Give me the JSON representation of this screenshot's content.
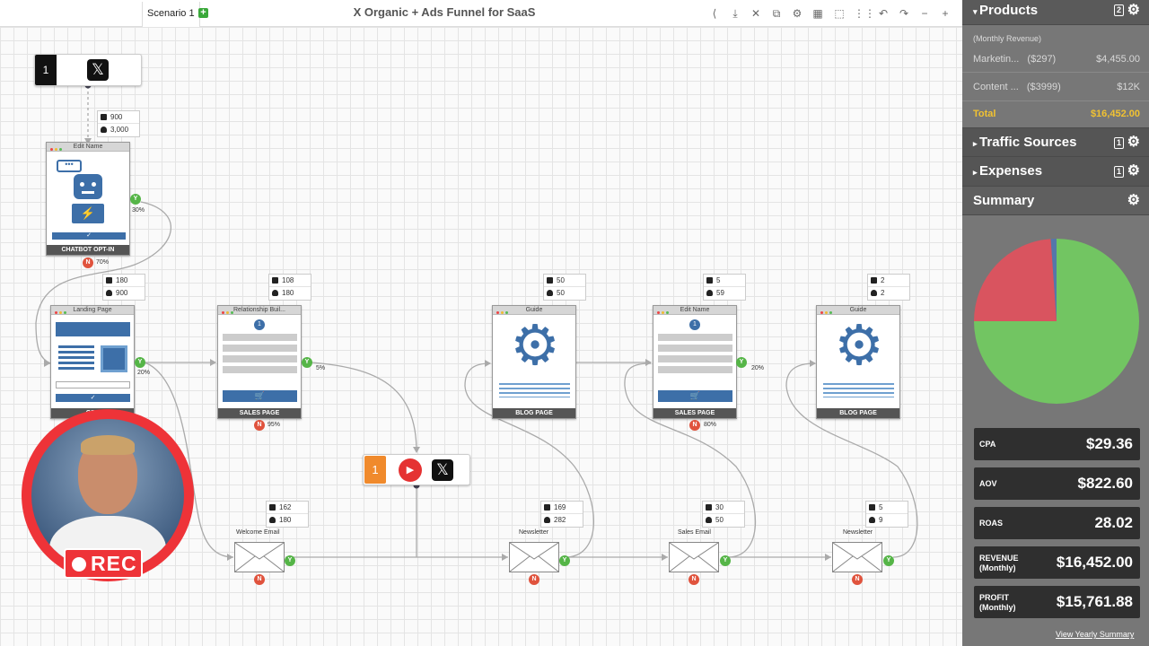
{
  "toolbar": {
    "tab_label": "Scenario 1",
    "add_tab": "+",
    "title": "X Organic + Ads Funnel for SaaS",
    "icons": [
      "share-icon",
      "download-icon",
      "close-icon",
      "copy-icon",
      "settings-icon",
      "calculator-icon",
      "select-icon",
      "grid-icon",
      "undo-icon",
      "redo-icon",
      "zoom-out-icon",
      "zoom-in-icon"
    ]
  },
  "source": {
    "number": "1"
  },
  "nodes": {
    "chatbot": {
      "header": "Edit Name",
      "footer": "CHATBOT OPT-IN",
      "stats": [
        "900",
        "3,000"
      ],
      "yes_pct": "30%",
      "no_pct": "70%"
    },
    "landing": {
      "header": "Landing Page",
      "footer": "OPT",
      "stats": [
        "180",
        "900"
      ],
      "yes_pct": "20%"
    },
    "rel_sales": {
      "header": "Relationship Buil...",
      "footer": "SALES PAGE",
      "stats": [
        "108",
        "180"
      ],
      "yes_pct": "5%",
      "no_pct": "95%"
    },
    "guide1": {
      "header": "Guide",
      "footer": "BLOG PAGE",
      "stats": [
        "50",
        "50"
      ]
    },
    "edit_sales": {
      "header": "Edit Name",
      "footer": "SALES PAGE",
      "stats": [
        "5",
        "59"
      ],
      "yes_pct": "20%",
      "no_pct": "80%"
    },
    "guide2": {
      "header": "Guide",
      "footer": "BLOG PAGE",
      "stats": [
        "2",
        "2"
      ]
    }
  },
  "emails": {
    "welcome": {
      "label": "Welcome Email",
      "stats": [
        "162",
        "180"
      ]
    },
    "newsletter1": {
      "label": "Newsletter",
      "stats": [
        "169",
        "282"
      ]
    },
    "sales_email": {
      "label": "Sales Email",
      "stats": [
        "30",
        "50"
      ]
    },
    "newsletter2": {
      "label": "Newsletter",
      "stats": [
        "5",
        "9"
      ]
    }
  },
  "badges": {
    "yes": "Y",
    "no": "N"
  },
  "source_group": {
    "step": "1"
  },
  "rec": {
    "label": "REC"
  },
  "sidebar": {
    "products": {
      "title": "Products",
      "count": "2",
      "subtitle": "(Monthly Revenue)",
      "items": [
        {
          "name": "Marketin...",
          "price": "($297)",
          "value": "$4,455.00"
        },
        {
          "name": "Content ...",
          "price": "($3999)",
          "value": "$12K"
        }
      ],
      "total_label": "Total",
      "total_value": "$16,452.00"
    },
    "traffic": {
      "title": "Traffic Sources",
      "count": "1"
    },
    "expenses": {
      "title": "Expenses",
      "count": "1"
    },
    "summary": {
      "title": "Summary"
    },
    "metrics": [
      {
        "label": "CPA",
        "label2": "",
        "value": "$29.36"
      },
      {
        "label": "AOV",
        "label2": "",
        "value": "$822.60"
      },
      {
        "label": "ROAS",
        "label2": "",
        "value": "28.02"
      },
      {
        "label": "REVENUE",
        "label2": "(Monthly)",
        "value": "$16,452.00"
      },
      {
        "label": "PROFIT",
        "label2": "(Monthly)",
        "value": "$15,761.88"
      }
    ],
    "yearly_link": "View Yearly Summary"
  },
  "colors": {
    "pie_green": "#72c562",
    "pie_red": "#d9545f",
    "pie_blue": "#5577aa",
    "accent_blue": "#3d6fa8",
    "yes_green": "#55b547",
    "no_red": "#e0533d",
    "total_yellow": "#f1c232"
  },
  "chart_data": {
    "type": "pie",
    "values": [
      270,
      86,
      4
    ],
    "title": ""
  }
}
